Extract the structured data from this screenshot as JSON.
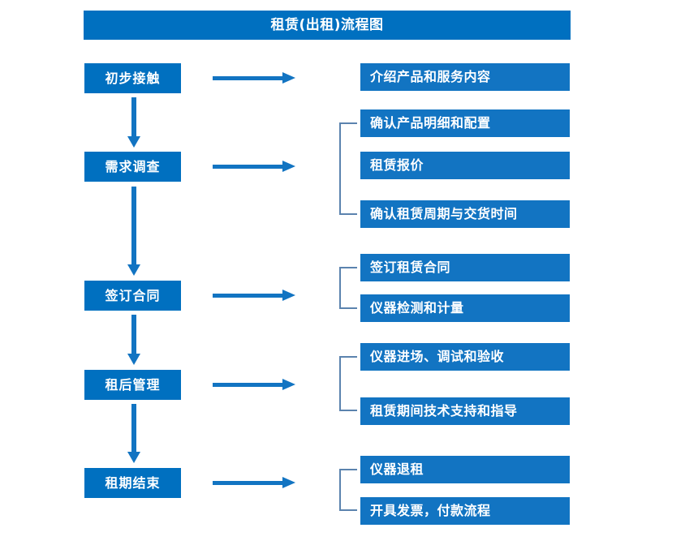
{
  "diagram": {
    "title": "租赁(出租)流程图",
    "colors": {
      "title_bar": "#0070C0",
      "stage_box": "#0070C0",
      "detail_box": "#1274C2",
      "arrow": "#1274C2",
      "bracket": "#5B83AE",
      "text": "#FFFFFF",
      "background": "#FFFFFF"
    },
    "stages": [
      {
        "label": "初步接触"
      },
      {
        "label": "需求调查"
      },
      {
        "label": "签订合同"
      },
      {
        "label": "租后管理"
      },
      {
        "label": "租期结束"
      }
    ],
    "details": [
      {
        "label": "介绍产品和服务内容"
      },
      {
        "label": "确认产品明细和配置"
      },
      {
        "label": "租赁报价"
      },
      {
        "label": "确认租赁周期与交货时间"
      },
      {
        "label": "签订租赁合同"
      },
      {
        "label": "仪器检测和计量"
      },
      {
        "label": "仪器进场、调试和验收"
      },
      {
        "label": "租赁期间技术支持和指导"
      },
      {
        "label": "仪器退租"
      },
      {
        "label": "开具发票，付款流程"
      }
    ],
    "flow_arrows": {
      "horizontal_count": 5,
      "vertical_count": 4
    },
    "brackets": {
      "count": 4
    }
  }
}
